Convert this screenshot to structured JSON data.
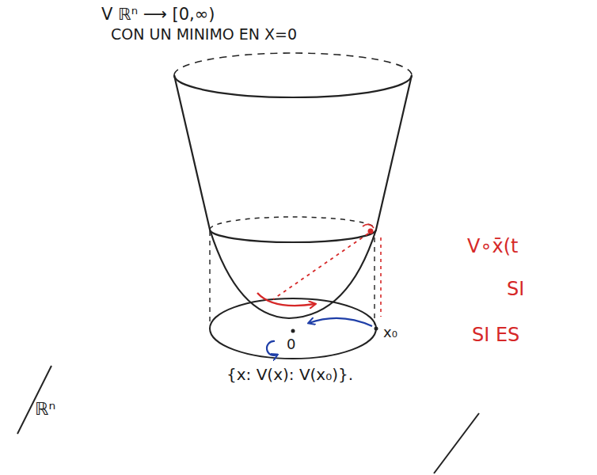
{
  "diagram": {
    "labels": [
      "V ℝⁿ ⟶ [0,∞)",
      "CON UN MINIMO EN X=0",
      "x₀",
      "0",
      "{x: V(x): V(x₀)}.",
      "ℝⁿ",
      "V∘x̄(t",
      "SI",
      "SI ES"
    ]
  }
}
